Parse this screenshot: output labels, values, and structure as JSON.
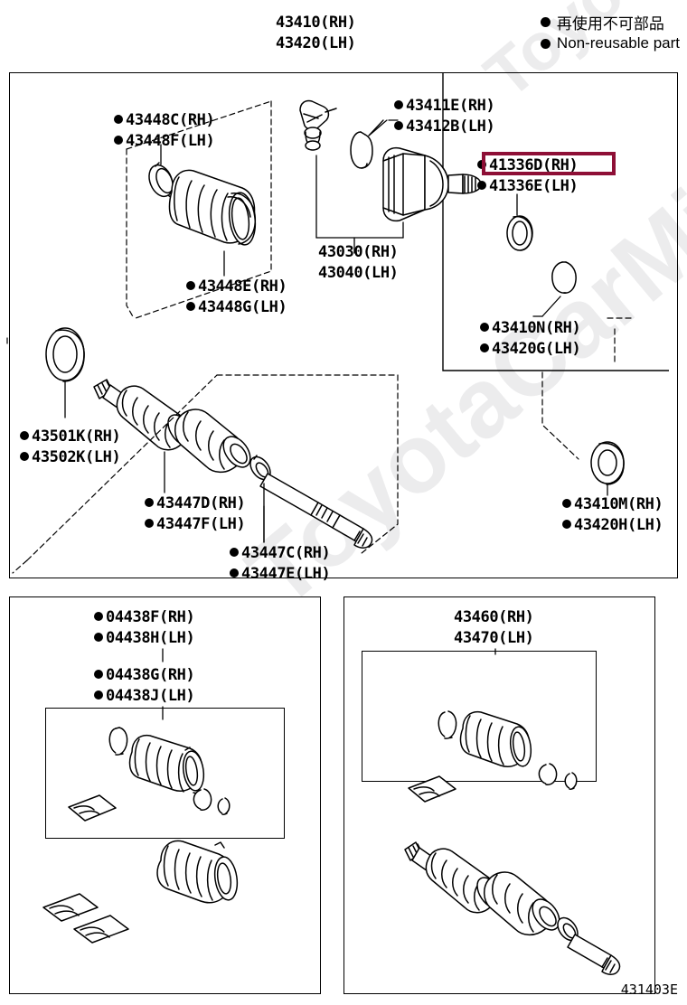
{
  "document": {
    "corner_code": "431403E",
    "watermark": "ToyotaCarMine.ru",
    "highlight_color": "#8E0F36"
  },
  "legend": {
    "jp_label": "再使用不可部品",
    "en_label": "Non-reusable part",
    "marker": "filled-circle"
  },
  "top_assembly": {
    "title_rh": "43410(RH)",
    "title_lh": "43420(LH)"
  },
  "labels": {
    "l43448c": {
      "rh": "43448C(RH)",
      "lh": "43448F(LH)",
      "dot": true
    },
    "l43411e": {
      "rh": "43411E(RH)",
      "lh": "43412B(LH)",
      "dot": true
    },
    "l41336d": {
      "rh": "41336D(RH)",
      "lh": "41336E(LH)",
      "dot": true,
      "highlighted_row": "rh"
    },
    "l43030": {
      "rh": "43030(RH)",
      "lh": "43040(LH)",
      "dot": false
    },
    "l43448e": {
      "rh": "43448E(RH)",
      "lh": "43448G(LH)",
      "dot": true
    },
    "l43410n": {
      "rh": "43410N(RH)",
      "lh": "43420G(LH)",
      "dot": true
    },
    "l43501k": {
      "rh": "43501K(RH)",
      "lh": "43502K(LH)",
      "dot": true
    },
    "l43447d": {
      "rh": "43447D(RH)",
      "lh": "43447F(LH)",
      "dot": true
    },
    "l43447c": {
      "rh": "43447C(RH)",
      "lh": "43447E(LH)",
      "dot": true
    },
    "l43410m": {
      "rh": "43410M(RH)",
      "lh": "43420H(LH)",
      "dot": true
    },
    "l04438f": {
      "rh": "04438F(RH)",
      "lh": "04438H(LH)",
      "dot": true
    },
    "l04438g": {
      "rh": "04438G(RH)",
      "lh": "04438J(LH)",
      "dot": true
    },
    "l43460": {
      "rh": "43460(RH)",
      "lh": "43470(LH)",
      "dot": false
    }
  }
}
